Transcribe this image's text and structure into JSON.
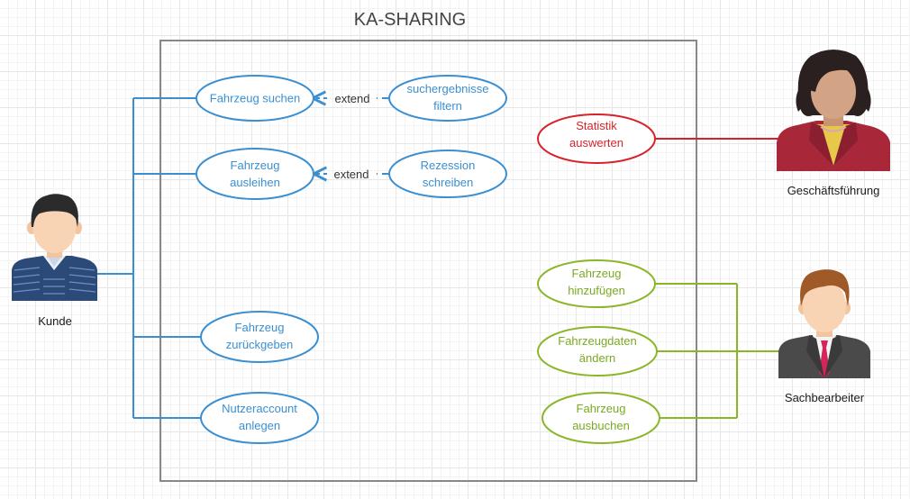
{
  "title": "KA-SHARING",
  "colors": {
    "customer": "#3b8fd1",
    "management": "#d8222a",
    "clerk": "#8ab628",
    "boundary": "#888888"
  },
  "actors": {
    "customer": "Kunde",
    "management": "Geschäftsführung",
    "clerk": "Sachbearbeiter"
  },
  "use_cases": {
    "search": [
      "Fahrzeug suchen"
    ],
    "filter": [
      "suchergebnisse",
      "filtern"
    ],
    "rent": [
      "Fahrzeug",
      "ausleihen"
    ],
    "review": [
      "Rezession",
      "schreiben"
    ],
    "return": [
      "Fahrzeug",
      "zurückgeben"
    ],
    "account": [
      "Nutzeraccount",
      "anlegen"
    ],
    "statistics": [
      "Statistik",
      "auswerten"
    ],
    "add": [
      "Fahrzeug",
      "hinzufügen"
    ],
    "edit": [
      "Fahrzeugdaten",
      "ändern"
    ],
    "book_out": [
      "Fahrzeug",
      "ausbuchen"
    ]
  },
  "relations": {
    "extend_label_1": "extend",
    "extend_label_2": "extend"
  }
}
